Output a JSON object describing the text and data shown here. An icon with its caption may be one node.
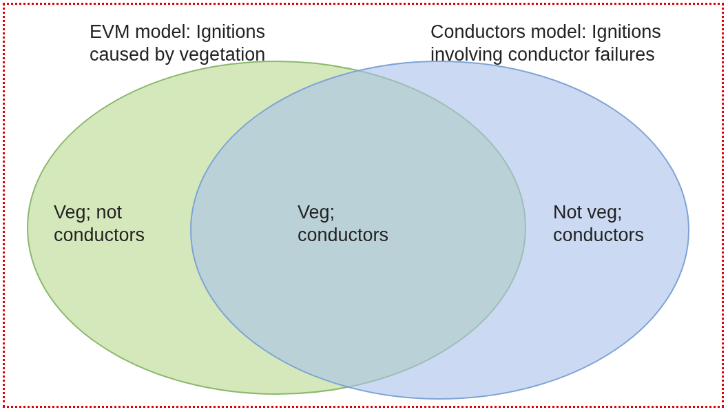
{
  "diagram": {
    "nodes": [
      {
        "text": [
          "EVM model: Ignitions caused by vegetation",
          "Veg; not conductors"
        ]
      },
      {
        "text": [
          "Conductors model: Ignitions involving conductor failures",
          "Not veg; conductors"
        ]
      }
    ],
    "labels": [
      "Veg; conductors"
    ]
  }
}
